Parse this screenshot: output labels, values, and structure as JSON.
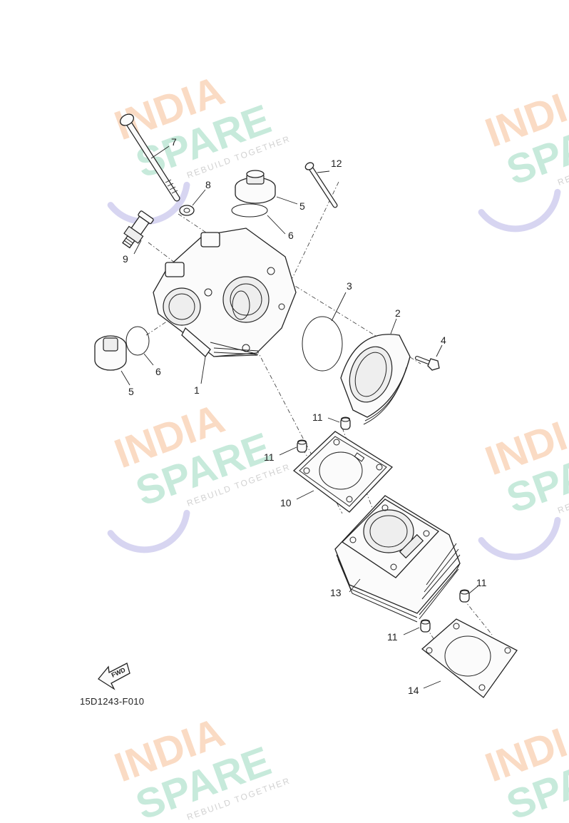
{
  "diagram": {
    "code": "15D1243-F010",
    "fwd_label": "FWD",
    "callouts": {
      "c1": "1",
      "c2": "2",
      "c3": "3",
      "c4": "4",
      "c5a": "5",
      "c5b": "5",
      "c6a": "6",
      "c6b": "6",
      "c7": "7",
      "c8": "8",
      "c9": "9",
      "c10": "10",
      "c11a": "11",
      "c11b": "11",
      "c11c": "11",
      "c11d": "11",
      "c12": "12",
      "c13": "13",
      "c14": "14"
    }
  },
  "watermark": {
    "line1": "INDIA",
    "line2": "SPARE",
    "tagline": "REBUILD TOGETHER"
  }
}
